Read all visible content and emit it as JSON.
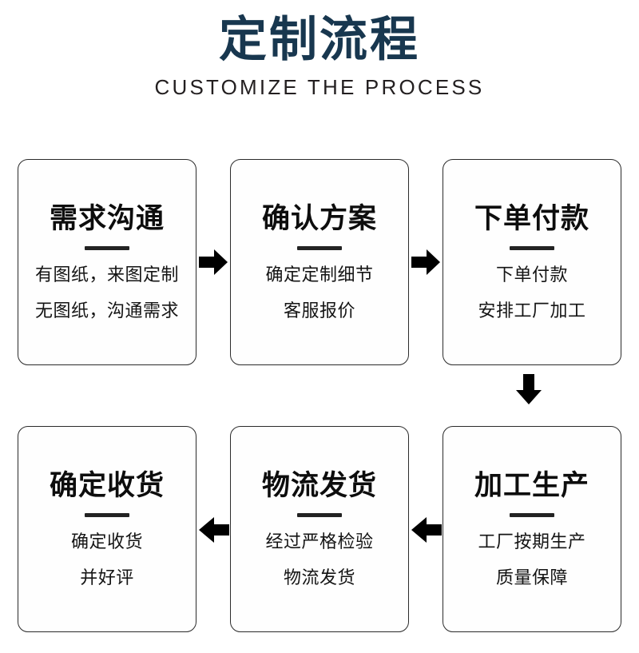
{
  "header": {
    "title": "定制流程",
    "subtitle": "CUSTOMIZE THE PROCESS",
    "title_color": "#18374f",
    "subtitle_color": "#231f20"
  },
  "flow": {
    "steps": [
      {
        "id": "step-1",
        "title": "需求沟通",
        "lines": [
          "有图纸，来图定制",
          "无图纸，沟通需求"
        ]
      },
      {
        "id": "step-2",
        "title": "确认方案",
        "lines": [
          "确定定制细节",
          "客服报价"
        ]
      },
      {
        "id": "step-3",
        "title": "下单付款",
        "lines": [
          "下单付款",
          "安排工厂加工"
        ]
      },
      {
        "id": "step-4",
        "title": "加工生产",
        "lines": [
          "工厂按期生产",
          "质量保障"
        ]
      },
      {
        "id": "step-5",
        "title": "物流发货",
        "lines": [
          "经过严格检验",
          "物流发货"
        ]
      },
      {
        "id": "step-6",
        "title": "确定收货",
        "lines": [
          "确定收货",
          "并好评"
        ]
      }
    ],
    "connectors": [
      {
        "id": "connector-1",
        "icon": "arrow-right-icon",
        "direction": "right",
        "from": "step-1",
        "to": "step-2"
      },
      {
        "id": "connector-2",
        "icon": "arrow-right-icon",
        "direction": "right",
        "from": "step-2",
        "to": "step-3"
      },
      {
        "id": "connector-3",
        "icon": "arrow-down-icon",
        "direction": "down",
        "from": "step-3",
        "to": "step-4"
      },
      {
        "id": "connector-4",
        "icon": "arrow-left-icon",
        "direction": "left",
        "from": "step-4",
        "to": "step-5"
      },
      {
        "id": "connector-5",
        "icon": "arrow-left-icon",
        "direction": "left",
        "from": "step-5",
        "to": "step-6"
      }
    ],
    "card_border_color": "#2b2b2b",
    "card_background": "#fefefe",
    "rule_color": "#232323",
    "arrow_color": "#000000"
  }
}
